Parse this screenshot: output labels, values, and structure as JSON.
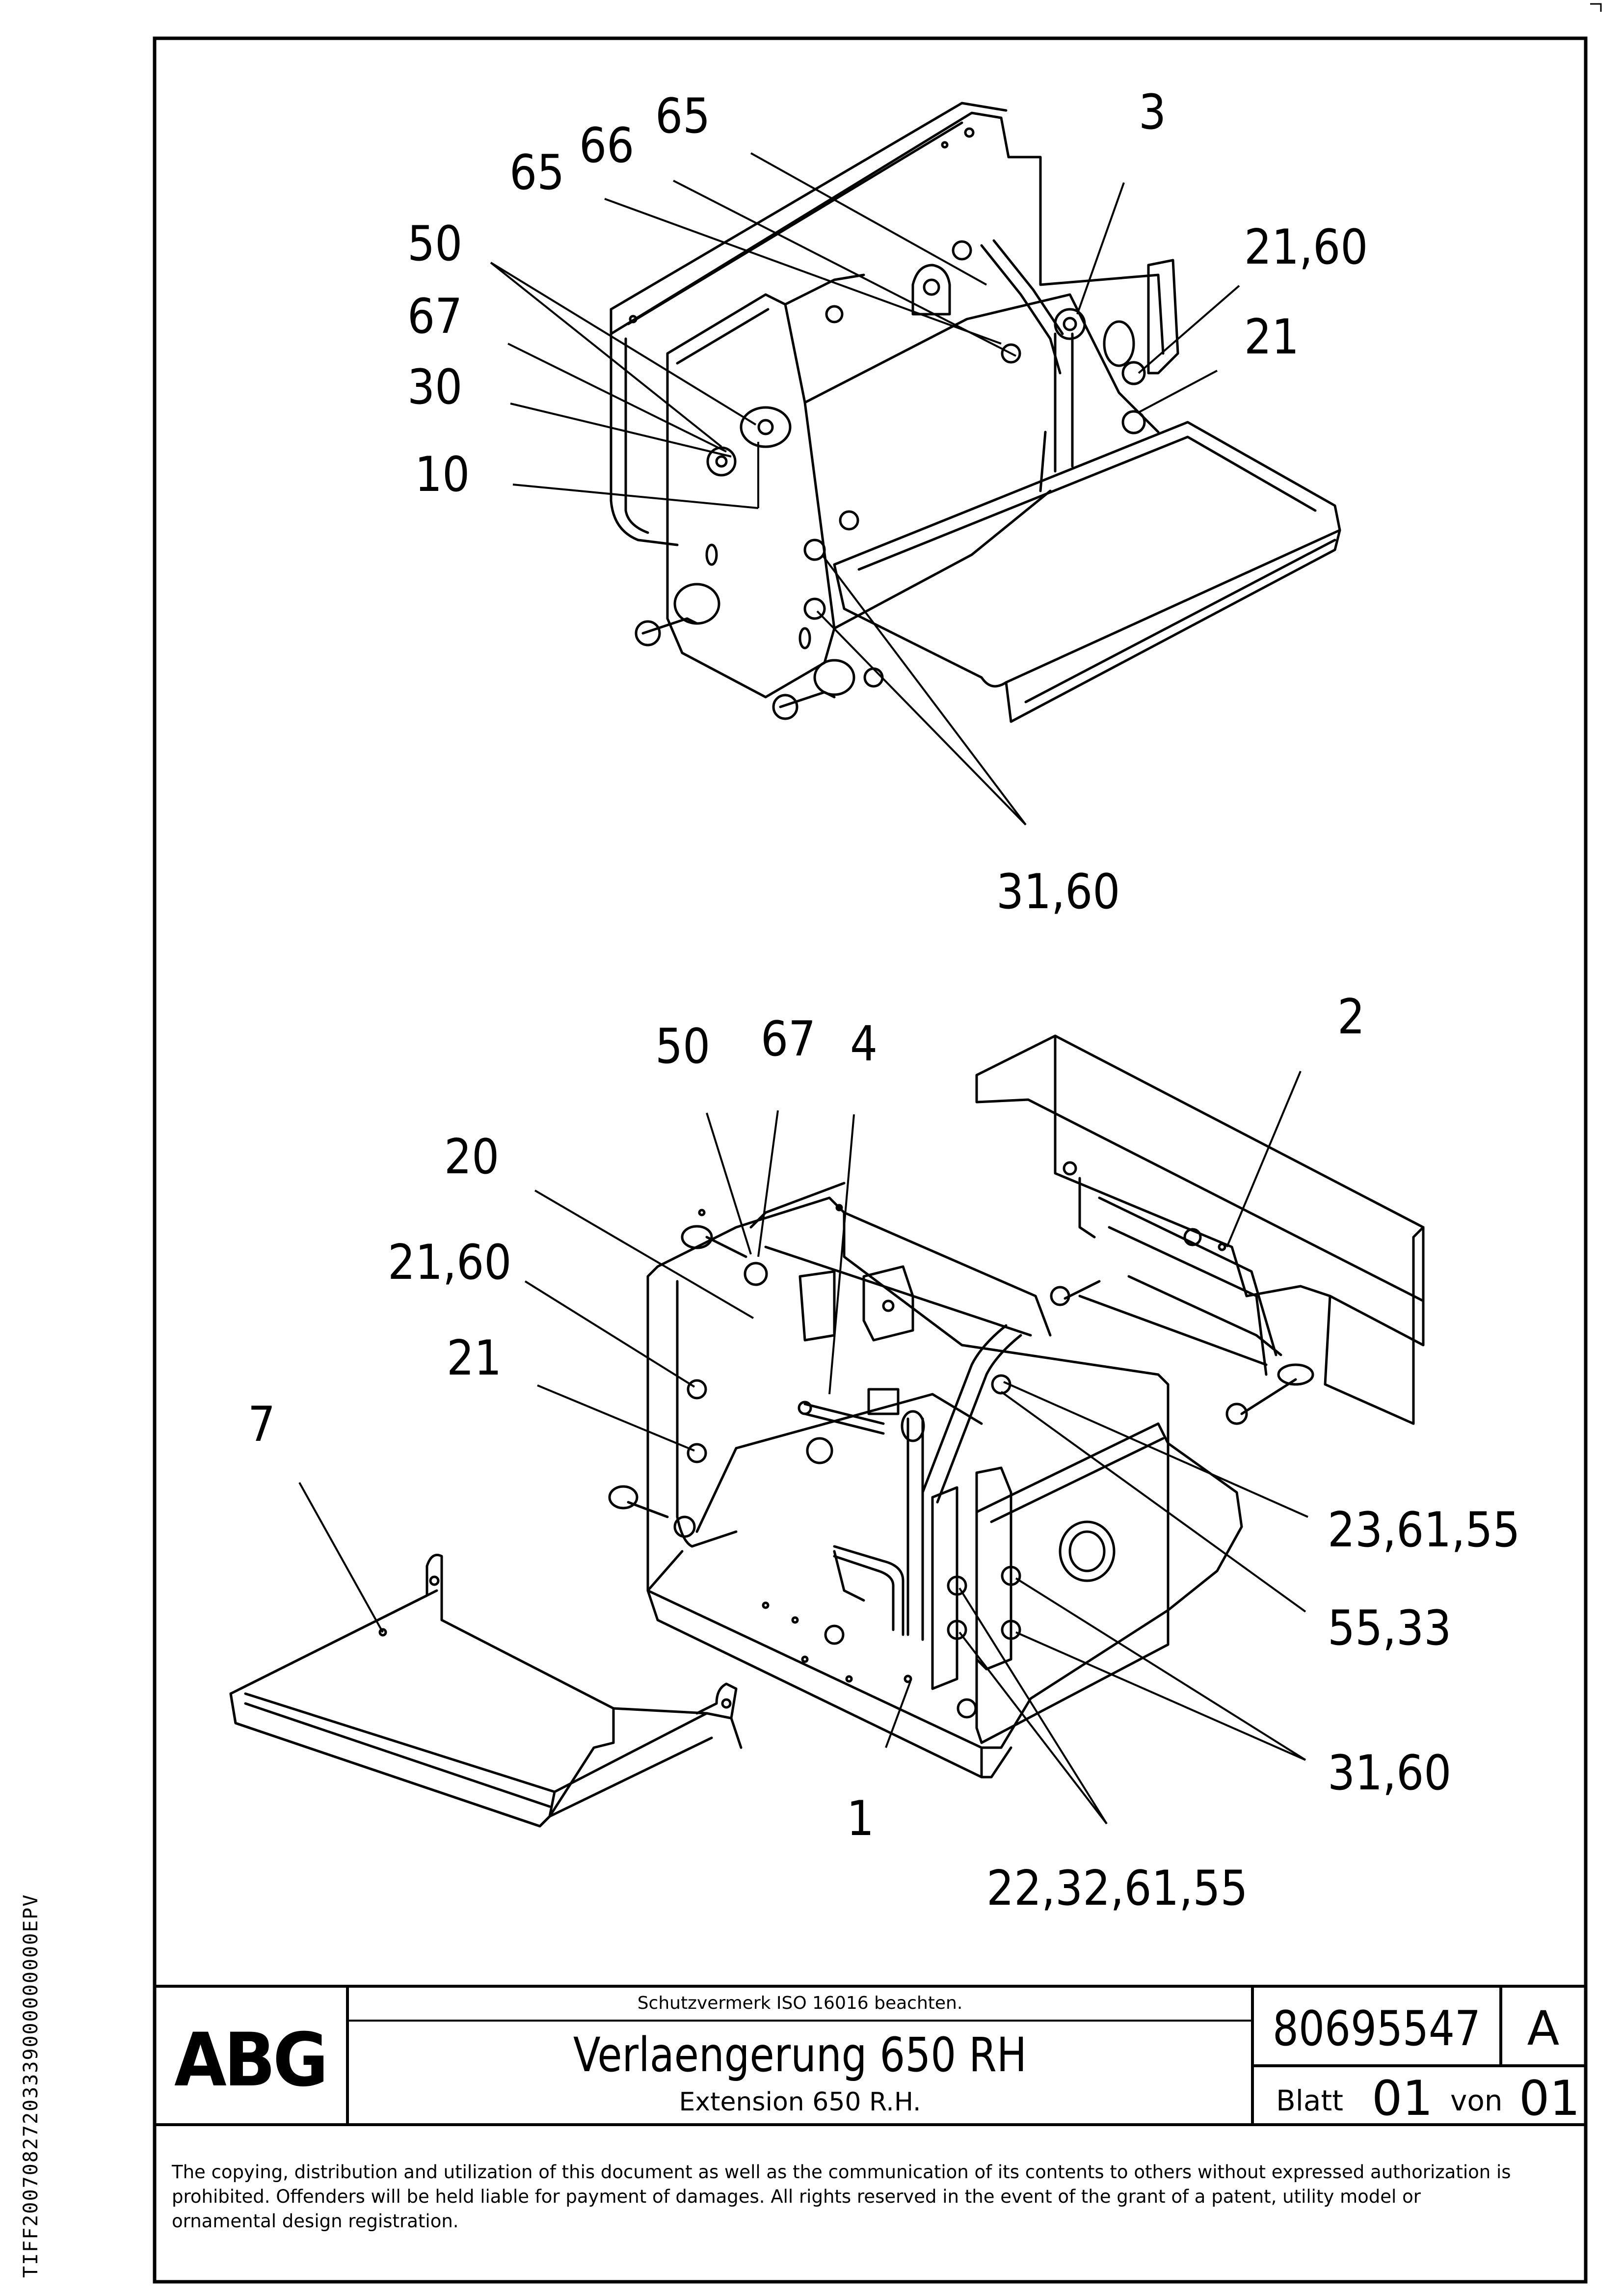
{
  "side_code": "TIFF20070827203339000000000EPV",
  "callouts": {
    "c_65a": "65",
    "c_66": "66",
    "c_65b": "65",
    "c_3": "3",
    "c_50a": "50",
    "c_67a": "67",
    "c_30": "30",
    "c_10": "10",
    "c_2160a": "21,60",
    "c_21a": "21",
    "c_3160a": "31,60",
    "c_50b": "50",
    "c_67b": "67",
    "c_4": "4",
    "c_2": "2",
    "c_20": "20",
    "c_2160b": "21,60",
    "c_21b": "21",
    "c_7": "7",
    "c_236155": "23,61,55",
    "c_5533": "55,33",
    "c_3160b": "31,60",
    "c_1": "1",
    "c_22326155": "22,32,61,55"
  },
  "title_block": {
    "logo": "ABG",
    "protection_note": "Schutzvermerk ISO 16016 beachten.",
    "title_de": "Verlaengerung 650 RH",
    "title_en": "Extension 650 R.H.",
    "part_number": "80695547",
    "revision": "A",
    "sheet_label": "Blatt",
    "sheet_no": "01",
    "of_label": "von",
    "sheet_total": "01",
    "copyright": "The copying, distribution and utilization of this document as well as the communication of its contents to others without expressed authorization is prohibited. Offenders will be held liable for payment of damages. All rights reserved in the event of the grant of a patent, utility model or ornamental design registration."
  }
}
